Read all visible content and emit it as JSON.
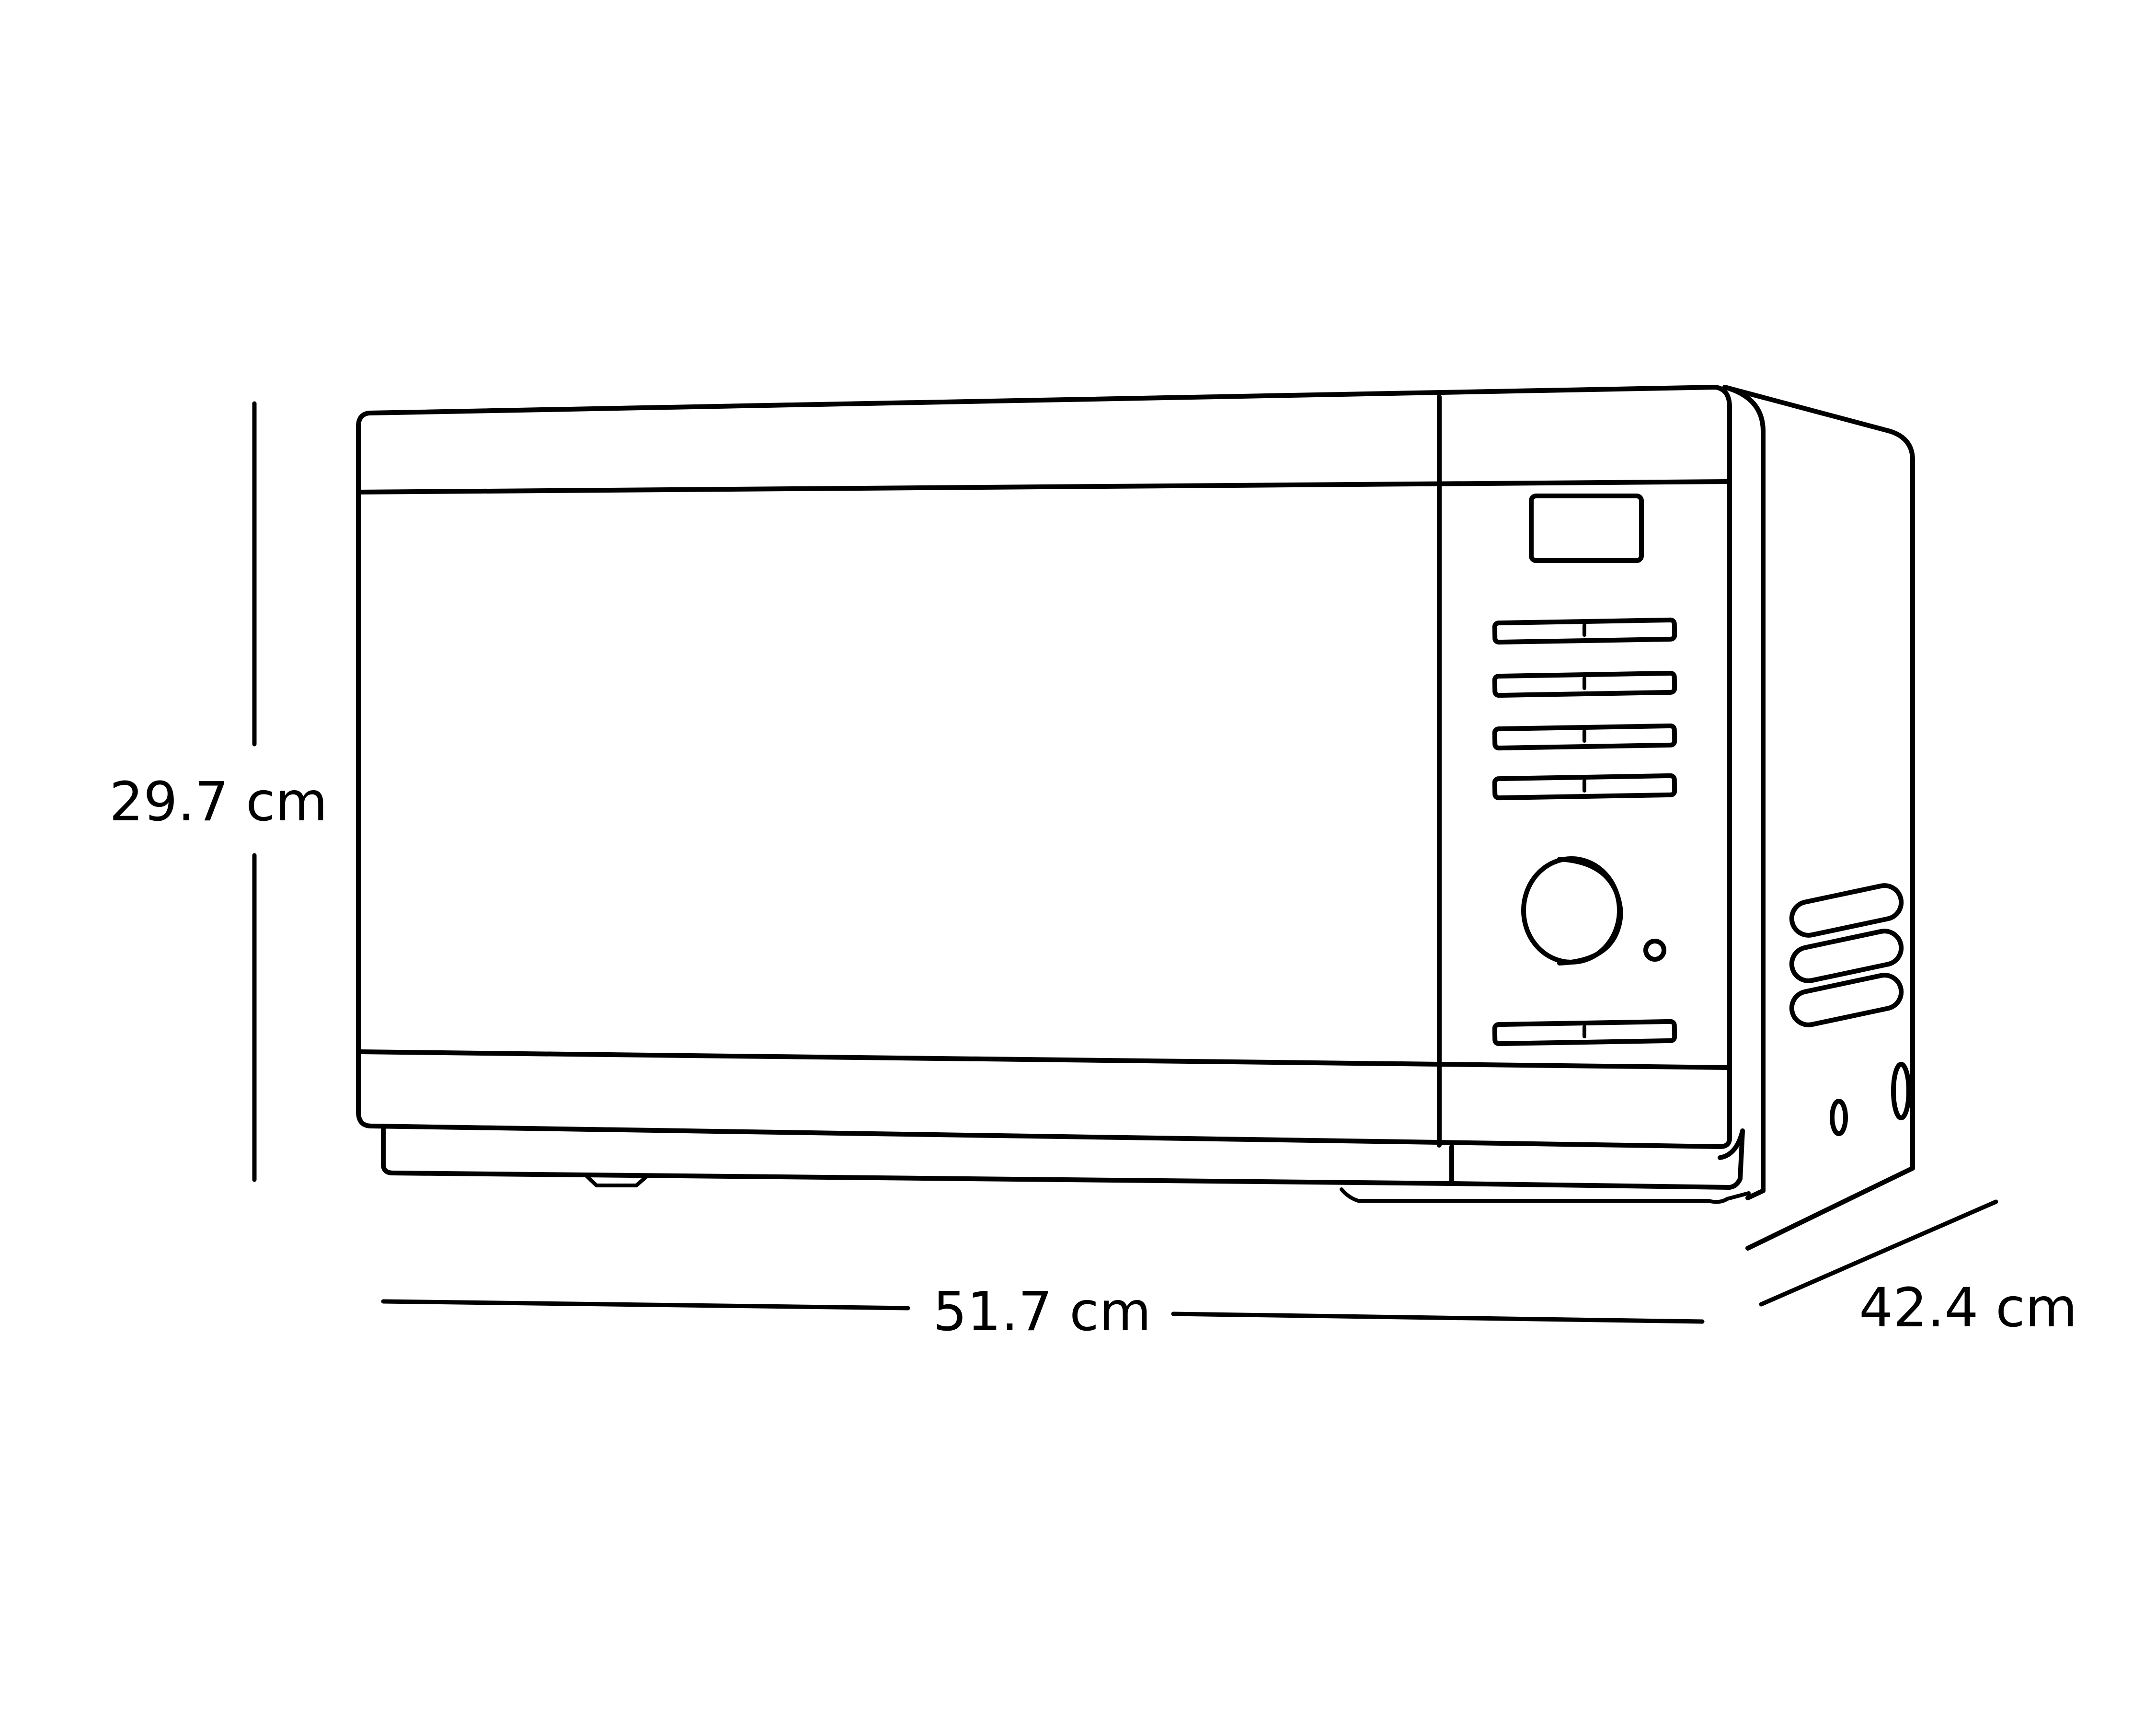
{
  "diagram": {
    "subject": "microwave oven line drawing with dimensions",
    "colors": {
      "stroke": "#000000",
      "background": "#ffffff"
    },
    "dimensions": {
      "height": {
        "value": "29.7",
        "unit": "cm",
        "label": "29.7 cm"
      },
      "width": {
        "value": "51.7",
        "unit": "cm",
        "label": "51.7 cm"
      },
      "depth": {
        "value": "42.4",
        "unit": "cm",
        "label": "42.4 cm"
      }
    },
    "parts": {
      "door": "door-window",
      "control_panel": {
        "display": "display-window",
        "buttons_count": 5,
        "dial": "control-knob",
        "indicator": "indicator-light"
      },
      "side_vents_count": 3,
      "side_holes_count": 2,
      "feet_count": 2
    }
  }
}
